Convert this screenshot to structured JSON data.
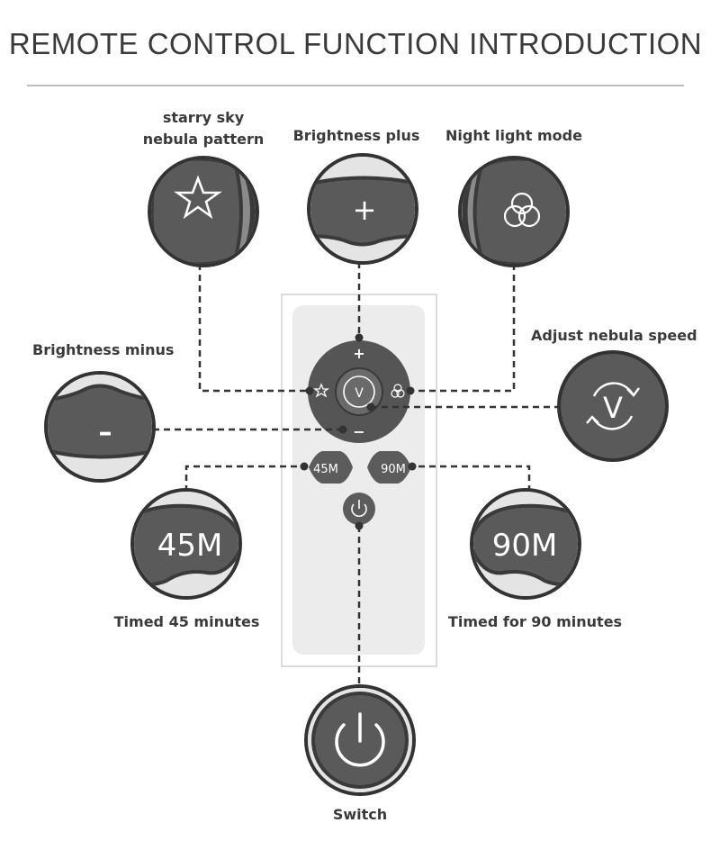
{
  "title": "REMOTE CONTROL FUNCTION INTRODUCTION",
  "labels": {
    "starry_line1": "starry sky",
    "starry_line2": "nebula pattern",
    "brightness_plus": "Brightness plus",
    "night_light": "Night light mode",
    "brightness_minus": "Brightness minus",
    "adjust_speed": "Adjust nebula speed",
    "timed45": "Timed 45 minutes",
    "timed90": "Timed for 90 minutes",
    "switch": "Switch"
  },
  "remote": {
    "plus": "+",
    "minus": "−",
    "speed": "V",
    "btn45": "45M",
    "btn90": "90M"
  },
  "callouts": {
    "minus": "–",
    "speed": "V",
    "t45": "45M",
    "t90": "90M"
  },
  "colors": {
    "button": "#5a5a5a",
    "button_dark": "#3d3d3d",
    "zoom_bg": "#777777",
    "remote_body": "#ececec",
    "line": "#333333"
  },
  "icons": [
    "star-icon",
    "plus-icon",
    "circles-icon",
    "minus-icon",
    "speed-cycle-icon",
    "power-icon"
  ]
}
